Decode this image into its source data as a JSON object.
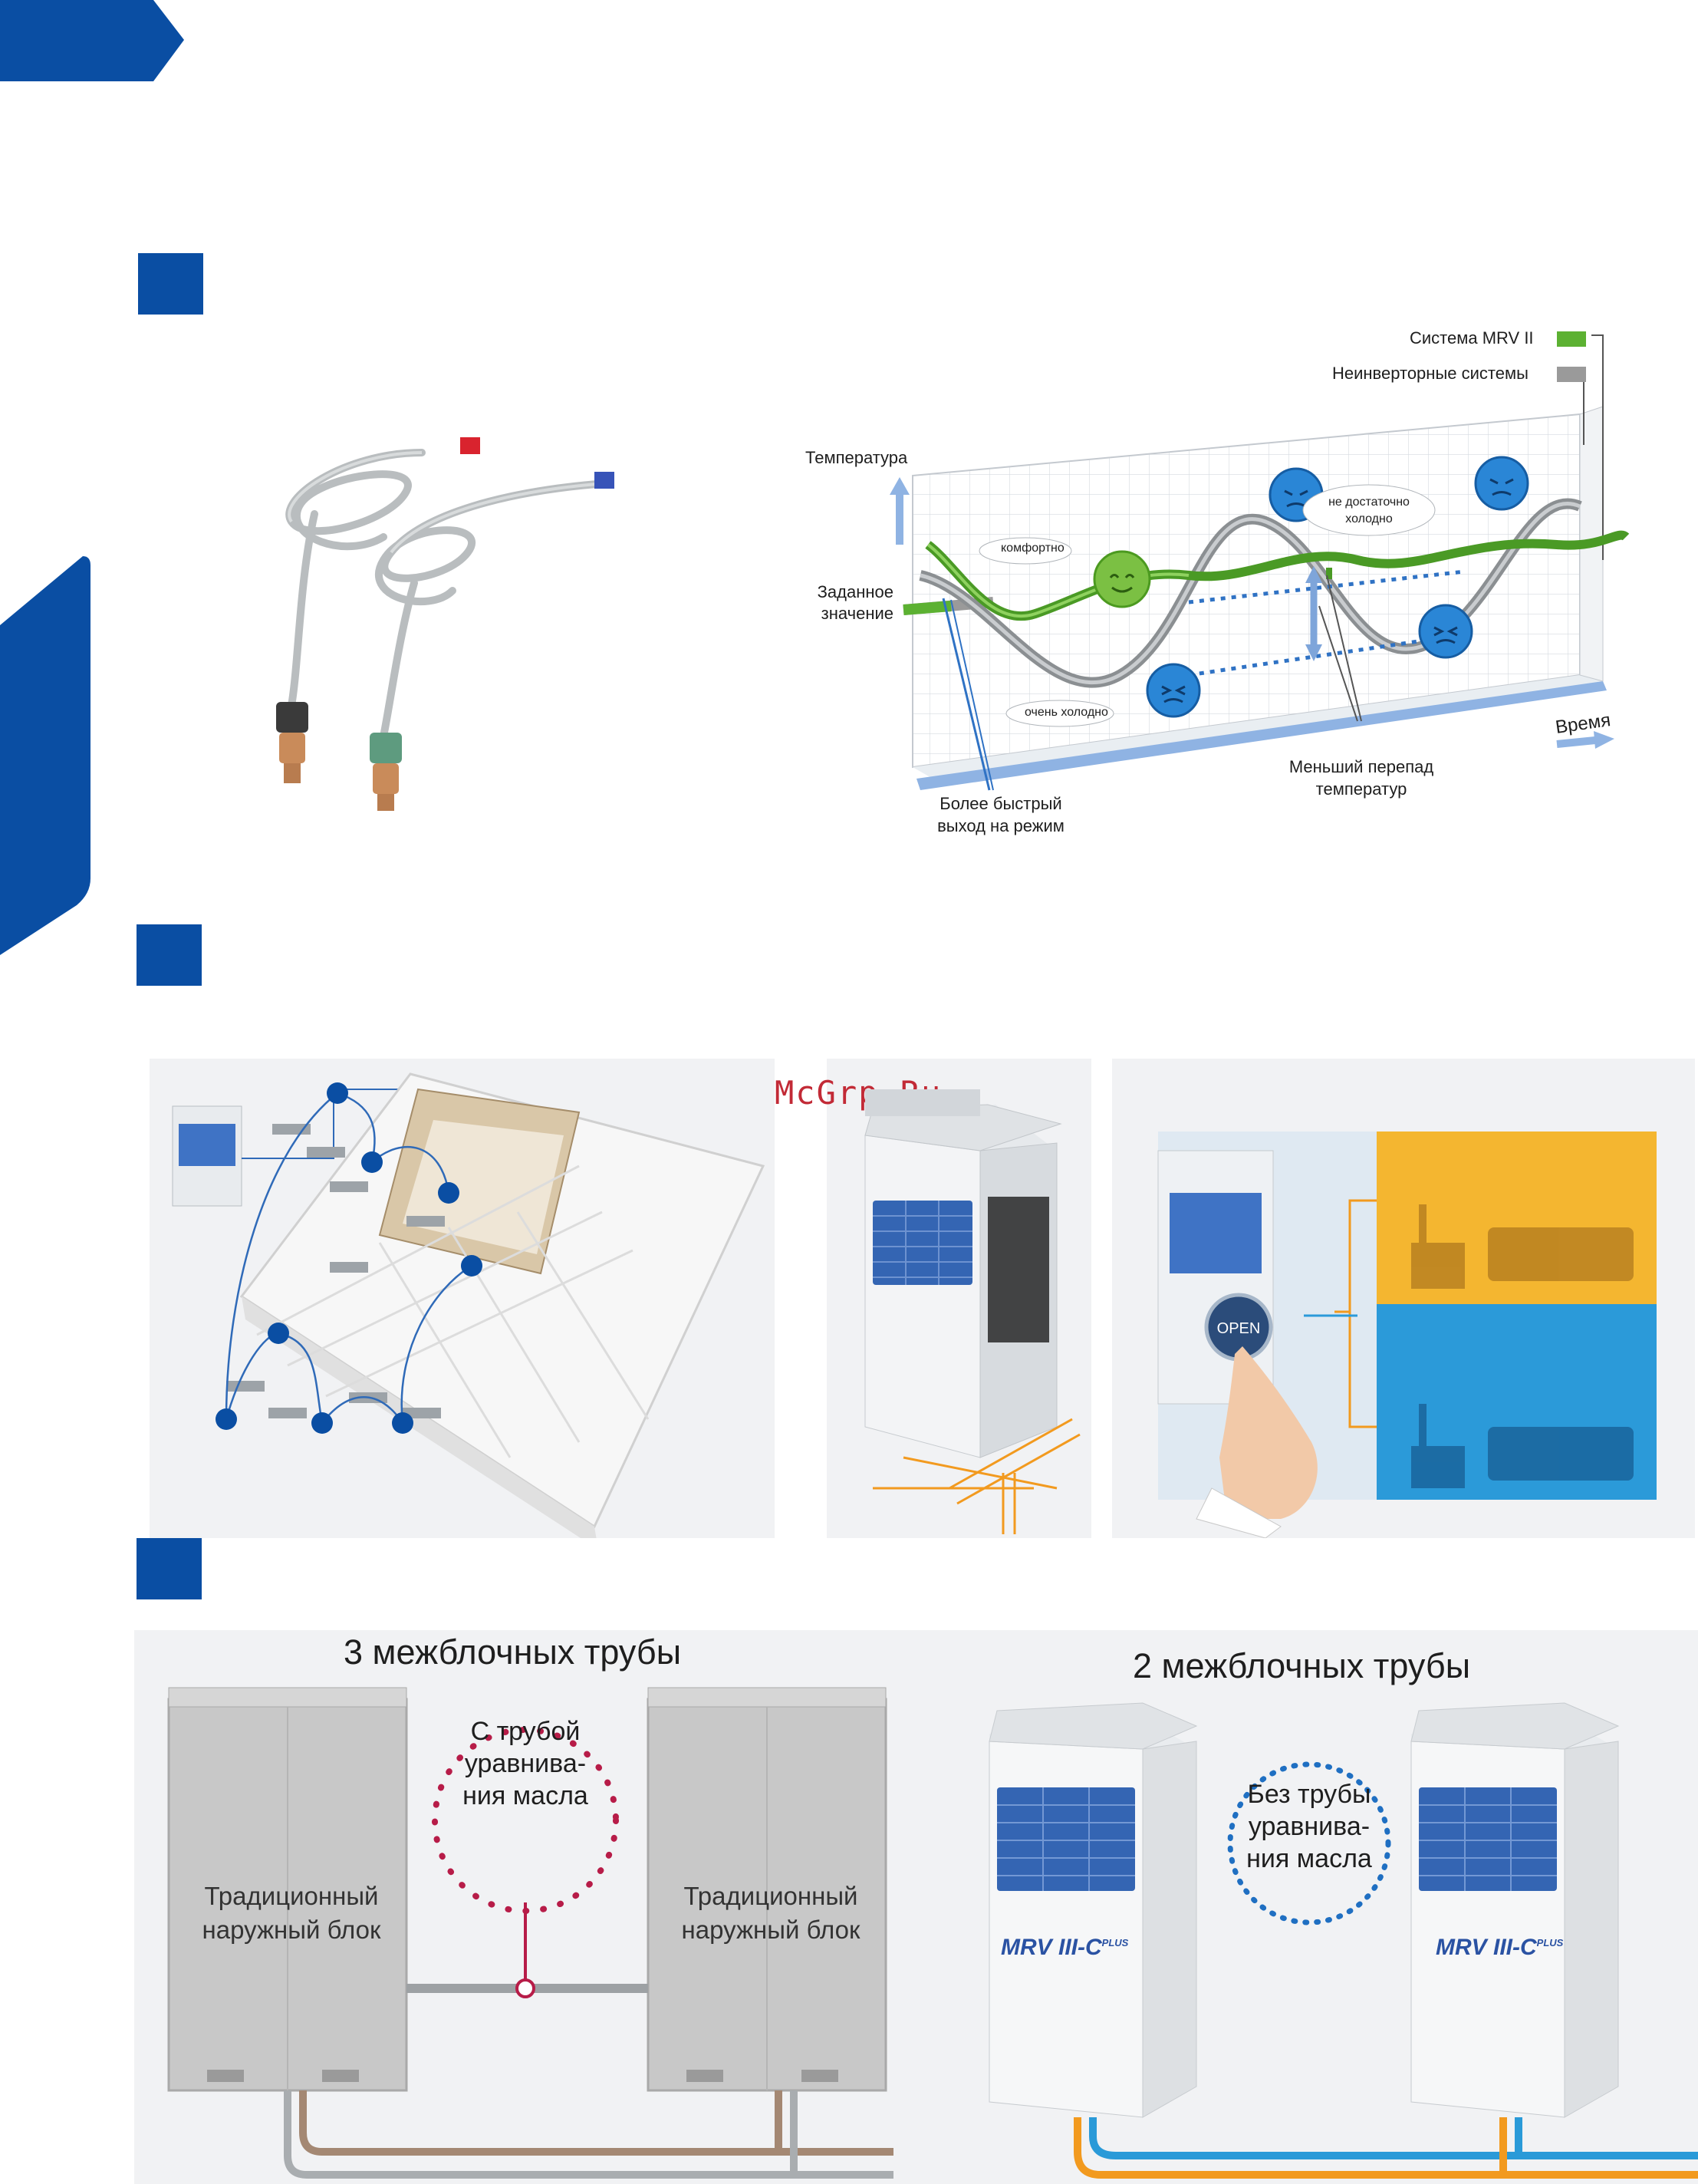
{
  "watermark": "McGrp.Ru",
  "colors": {
    "brand_blue": "#0a4ea3",
    "mrv_green": "#5cb132",
    "non_inverter_gray": "#9a9a9a",
    "pipe_orange": "#f29a1f",
    "pipe_blue": "#2a9ad8",
    "oil_red": "#b71c48"
  },
  "chart": {
    "legend": {
      "mrv": "Система MRV II",
      "non_inverter": "Неинверторные системы"
    },
    "y_axis": "Температура",
    "x_axis": "Время",
    "setpoint": "Заданное\nзначение",
    "labels": {
      "comfortable": "комфортно",
      "very_cold": "очень холодно",
      "not_cold_enough": "не достаточно\nхолодно",
      "smaller_diff": "Меньший перепад\nтемператур",
      "faster_start": "Более быстрый\nвыход на режим"
    }
  },
  "pipes": {
    "left": {
      "title": "3 межблочных трубы",
      "circle_text": "С трубой\nуравнива-\nния масла",
      "unit_left": "Традиционный\nнаружный блок",
      "unit_right": "Традиционный\nнаружный блок"
    },
    "right": {
      "title": "2 межблочных трубы",
      "circle_text": "Без трубы\nуравнива-\nния масла",
      "unit_brand": "MRV III-C",
      "unit_plus": "PLUS"
    }
  },
  "icons": {
    "corner_arrow": "arrow-tab-icon",
    "section_marker": "square-marker-icon",
    "open_button": "OPEN"
  }
}
